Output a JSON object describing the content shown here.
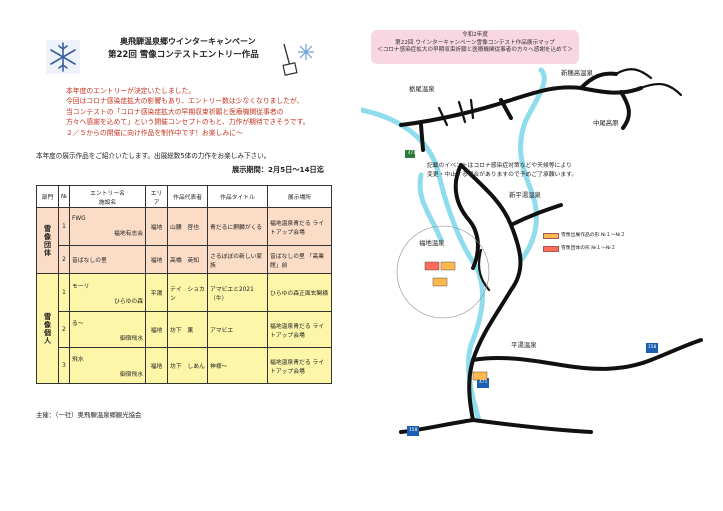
{
  "header": {
    "title_line1": "奥飛騨温泉郷ウインターキャンペーン",
    "title_line2": "第22回 雪像コンテストエントリー作品"
  },
  "notice": [
    "本年度のエントリーが決定いたしました。",
    "今回はコロナ感染症拡大の影響もあり、エントリー数は少なくなりましたが、",
    "当コンテストの「コロナ感染症拡大の早期収束祈願と医療機関従事者の",
    "方々へ感謝を込めて」という開催コンセプトのもと、力作が期待できそうです。",
    "２／５からの開催に向け作品を制作中です！お楽しみに～"
  ],
  "intro": "本年度の展示作品をご紹介いたします。出展総数5体の力作をお楽しみ下さい。",
  "period": "展示期間：2月5日～14日迄",
  "table": {
    "headers": {
      "section": "部門",
      "no": "№",
      "entry_top": "エントリー名",
      "entry_bottom": "施設名",
      "area": "エリア",
      "rep": "作品代表者",
      "title": "作品タイトル",
      "place": "展示場所"
    },
    "groups": [
      {
        "section": "雪像団体",
        "rows": [
          {
            "no": "1",
            "entry": "FWG",
            "facility": "福地有志会",
            "area": "福地",
            "rep": "山腰　啓也",
            "title": "青だるに麒麟がくる",
            "place": "福地温泉青だる ライトアップ会場"
          },
          {
            "no": "2",
            "entry": "昔ばなしの里",
            "facility": "",
            "area": "福地",
            "rep": "高橋　英知",
            "title": "さるぼぼの新しい家族",
            "place": "昔ばなしの里 「高業館」前"
          }
        ]
      },
      {
        "section": "雪像個人",
        "rows": [
          {
            "no": "1",
            "entry": "モーリ",
            "facility": "ひらゆの森",
            "area": "平湯",
            "rep": "テイ　ショカン",
            "title": "アマビエと2021（牛）",
            "place": "ひらゆの森正面玄関横"
          },
          {
            "no": "2",
            "entry": "る～",
            "facility": "御宿飛水",
            "area": "福地",
            "rep": "坊下　薫",
            "title": "アマビエ",
            "place": "福地温泉青だる ライトアップ会場"
          },
          {
            "no": "3",
            "entry": "飛水",
            "facility": "御宿飛水",
            "area": "福地",
            "rep": "坊下　しあん",
            "title": "神様～",
            "place": "福地温泉青だる ライトアップ会場"
          }
        ]
      }
    ]
  },
  "organizer": "主催：（一社）奥飛騨温泉郷観光協会",
  "map": {
    "title_line1": "令和2年度",
    "title_line2": "第22回 ウインターキャンペーン雪像コンテスト作品展示マップ",
    "title_line3": "＜コロナ感染症拡大の早期収束祈願と医療機関従事者の方々へ感謝を込めて＞",
    "labels": {
      "shinhotaka": "新穂高温泉",
      "tochio": "栃尾温泉",
      "nakaoKogen": "中尾高原",
      "shinhirayu": "新平湯温泉",
      "fukuji": "福地温泉",
      "hirayu": "平湯温泉"
    },
    "note_line1": "記載のイベントはコロナ感染症対策などや天候等により",
    "note_line2": "変更・中止する場合がありますので予めご了承願います。",
    "legend_individual": "雪像出展作品の形 №１～№２",
    "legend_org": "雪像団体の形 №１～№２",
    "route_471": "471",
    "route_158a": "158",
    "route_158b": "158"
  },
  "colors": {
    "notice_red": "#c8321e",
    "org_row": "#fbdcc6",
    "ind_row": "#fdf6a8",
    "map_title_bg": "#f9d7e2",
    "river": "#8fdcec",
    "road": "#111111"
  }
}
